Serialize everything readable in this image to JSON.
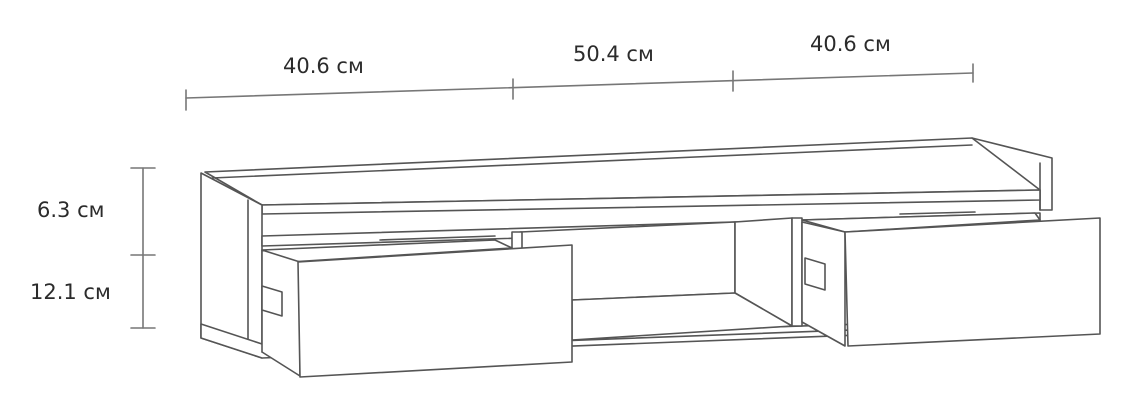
{
  "dimensions": {
    "width_segments": [
      "40.6 см",
      "50.4 см",
      "40.6 см"
    ],
    "height_segments": [
      "6.3 см",
      "12.1 см"
    ]
  },
  "colors": {
    "line": "#555555",
    "dimension_line": "#777777",
    "text": "#2b2b2b",
    "background": "#ffffff"
  }
}
